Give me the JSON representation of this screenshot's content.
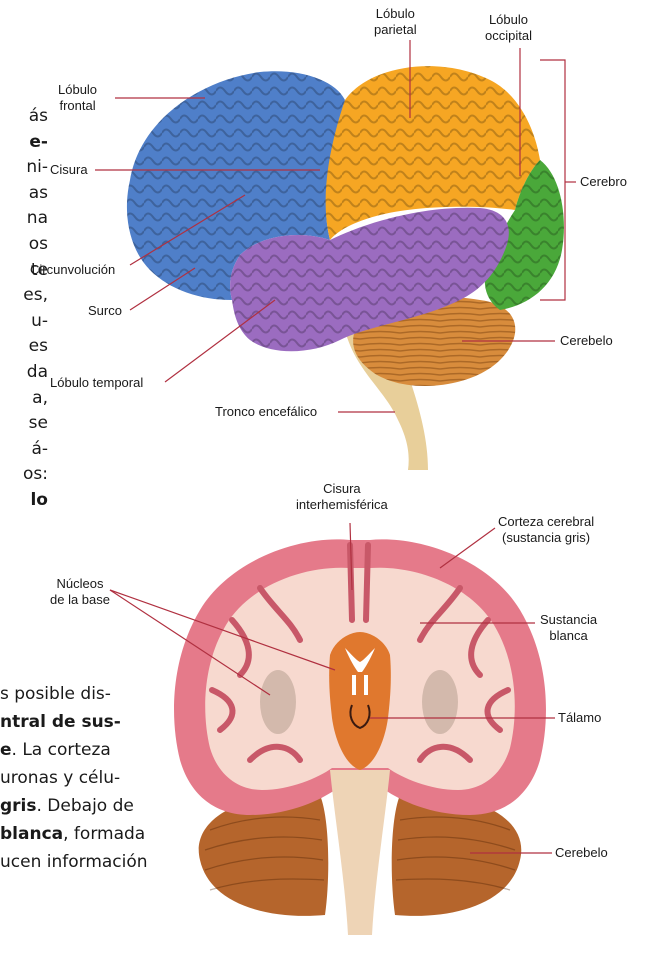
{
  "left_column_fragments": [
    {
      "text": "ás",
      "bold": false
    },
    {
      "text": "e-",
      "bold": true
    },
    {
      "text": "ni-",
      "bold": false
    },
    {
      "text": "as",
      "bold": false
    },
    {
      "text": "na",
      "bold": false
    },
    {
      "text": "os",
      "bold": false
    },
    {
      "text": "te",
      "bold": false
    },
    {
      "text": "es,",
      "bold": false
    },
    {
      "text": "u-",
      "bold": false
    },
    {
      "text": "es",
      "bold": false
    },
    {
      "text": "da",
      "bold": false
    },
    {
      "text": "a,",
      "bold": false
    },
    {
      "text": "se",
      "bold": false
    },
    {
      "text": "á-",
      "bold": false
    },
    {
      "text": "os:",
      "bold": false
    },
    {
      "text": "lo",
      "bold": true
    }
  ],
  "lower_paragraph": {
    "line1": "s posible dis-",
    "line2_bold": "ntral de sus-",
    "line3_bold": "e",
    "line3_rest": ". La corteza",
    "line4": "uronas y célu-",
    "line5_bold": "gris",
    "line5_rest": ". Debajo de",
    "line6_bold": "blanca",
    "line6_rest": ", formada",
    "line7": "ucen   información"
  },
  "top_diagram": {
    "labels": {
      "frontal": "Lóbulo\nfrontal",
      "parietal": "Lóbulo\nparietal",
      "occipital": "Lóbulo\noccipital",
      "cisura": "Cisura",
      "cerebro": "Cerebro",
      "circunvolucion": "Circunvolución",
      "surco": "Surco",
      "cerebelo": "Cerebelo",
      "temporal": "Lóbulo temporal",
      "tronco": "Tronco encefálico"
    },
    "colors": {
      "frontal": "#4f7fc9",
      "parietal": "#f6a623",
      "occipital": "#4aa83a",
      "temporal": "#9b6cc0",
      "cerebelo": "#d88c3c",
      "tronco": "#e8cf9a"
    }
  },
  "bottom_diagram": {
    "labels": {
      "cisura_inter": "Cisura\ninterhemisférica",
      "corteza": "Corteza cerebral\n(sustancia gris)",
      "nucleos": "Núcleos\nde la base",
      "sustancia_blanca": "Sustancia\nblanca",
      "talamo": "Tálamo",
      "cerebelo": "Cerebelo"
    },
    "colors": {
      "cortex": "#e57a8a",
      "white_matter": "#f7d9cf",
      "thalamus": "#e0782e",
      "cerebellum": "#b5652c",
      "stem": "#eed4b6"
    }
  }
}
